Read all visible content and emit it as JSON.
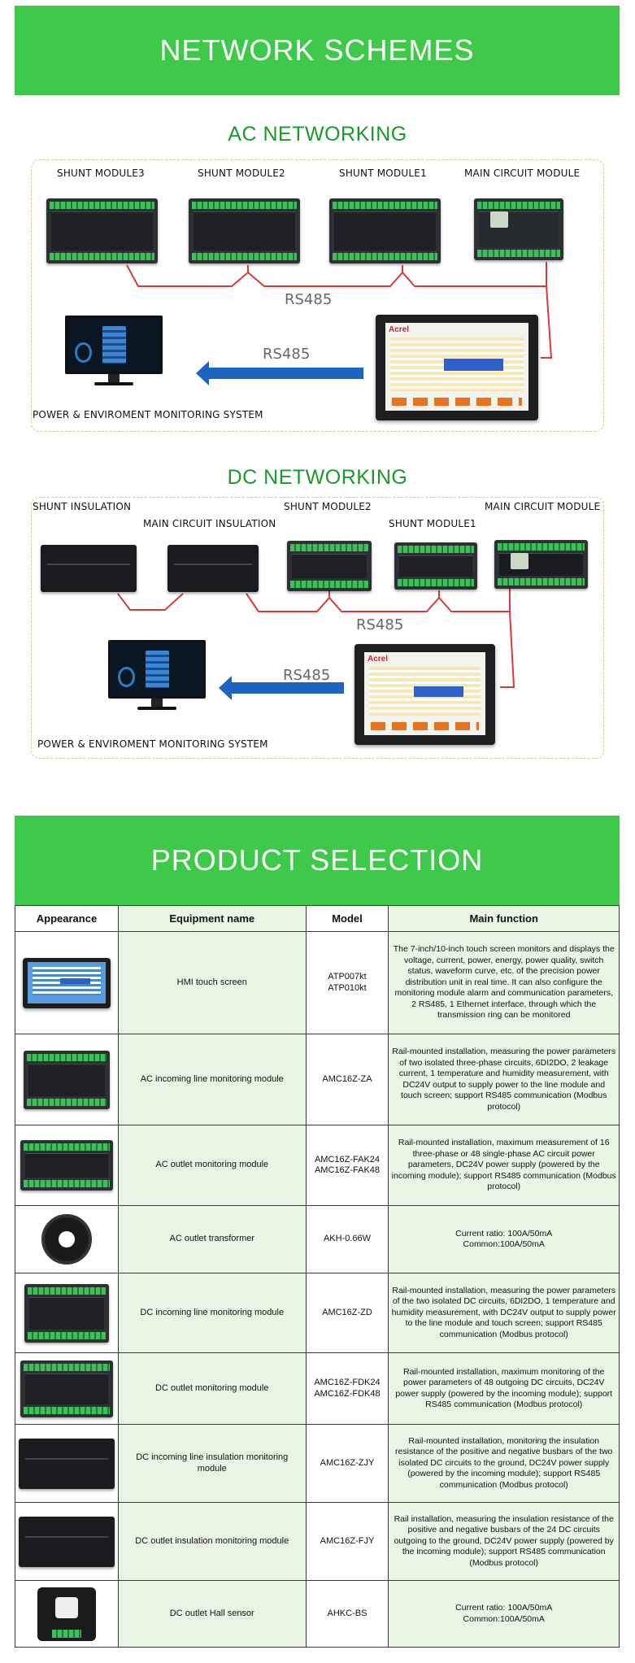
{
  "network": {
    "banner": "NETWORK SCHEMES",
    "ac": {
      "title": "AC NETWORKING",
      "labels": [
        "SHUNT MODULE3",
        "SHUNT MODULE2",
        "SHUNT MODULE1",
        "MAIN CIRCUIT MODULE"
      ],
      "rs485_bus": "RS485",
      "rs485_arrow": "RS485",
      "system": "POWER & ENVIROMENT MONITORING SYSTEM",
      "hmi_logo": "Acrel"
    },
    "dc": {
      "title": "DC NETWORKING",
      "labels": [
        "SHUNT INSULATION",
        "MAIN CIRCUIT INSULATION",
        "SHUNT MODULE2",
        "SHUNT MODULE1",
        "MAIN CIRCUIT MODULE"
      ],
      "rs485_bus": "RS485",
      "rs485_arrow": "RS485",
      "system": "POWER & ENVIROMENT MONITORING SYSTEM",
      "hmi_logo": "Acrel"
    }
  },
  "selection": {
    "banner": "PRODUCT SELECTION",
    "headers": [
      "Appearance",
      "Equipment name",
      "Model",
      "Main function"
    ],
    "rows": [
      {
        "name": "HMI touch screen",
        "model": "ATP007kt\nATP010kt",
        "function": "The 7-inch/10-inch touch screen monitors and displays the voltage, current, power, energy, power quality, switch status, waveform curve, etc. of the precision power distribution unit in real time. It can also configure the monitoring module alarm and communication parameters, 2 RS485, 1 Ethernet interface, through which the transmission ring can be monitored"
      },
      {
        "name": "AC incoming line monitoring module",
        "model": "AMC16Z-ZA",
        "function": "Rail-mounted installation, measuring the power parameters of two isolated three-phase circuits, 6DI2DO, 2 leakage current, 1 temperature and humidity measurement, with DC24V output to supply power to the line module and touch screen; support RS485 communication (Modbus protocol)"
      },
      {
        "name": "AC outlet monitoring module",
        "model": "AMC16Z-FAK24\nAMC16Z-FAK48",
        "function": "Rail-mounted installation, maximum measurement of 16 three-phase or 48 single-phase AC circuit power parameters, DC24V power supply (powered by the incoming module); support RS485 communication (Modbus protocol)"
      },
      {
        "name": "AC outlet transformer",
        "model": "AKH-0.66W",
        "function": "Current ratio: 100A/50mA\nCommon:100A/50mA"
      },
      {
        "name": "DC incoming line monitoring module",
        "model": "AMC16Z-ZD",
        "function": "Rail-mounted installation, measuring the power parameters of the two isolated DC circuits, 6DI2DO, 1 temperature and humidity measurement, with DC24V output to supply power to the line module and touch screen; support RS485 communication (Modbus protocol)"
      },
      {
        "name": "DC outlet monitoring module",
        "model": "AMC16Z-FDK24\nAMC16Z-FDK48",
        "function": "Rail-mounted installation, maximum monitoring of the power parameters of 48 outgoing DC circuits, DC24V power supply (powered by the incoming module); support RS485 communication (Modbus protocol)"
      },
      {
        "name": "DC incoming line insulation monitoring module",
        "model": "AMC16Z-ZJY",
        "function": "Rail-mounted installation, monitoring the insulation resistance of the positive and negative busbars of the two isolated DC circuits to the ground, DC24V power supply (powered by the incoming module); support RS485 communication (Modbus protocol)"
      },
      {
        "name": "DC outlet insulation monitoring module",
        "model": "AMC16Z-FJY",
        "function": "Rail installation, measuring the insulation resistance of the positive and negative busbars of the 24 DC circuits outgoing to the ground, DC24V power supply (powered by the incoming module); support RS485 communication (Modbus protocol)"
      },
      {
        "name": "DC outlet Hall sensor",
        "model": "AHKC-BS",
        "function": "Current ratio: 100A/50mA\nCommon:100A/50mA"
      }
    ]
  },
  "colors": {
    "banner_green": "#3ec94a",
    "title_green": "#1a9a2a",
    "cell_green": "#eaf6e4",
    "wire_red": "#d63b3b",
    "arrow_blue": "#1d63bf"
  }
}
